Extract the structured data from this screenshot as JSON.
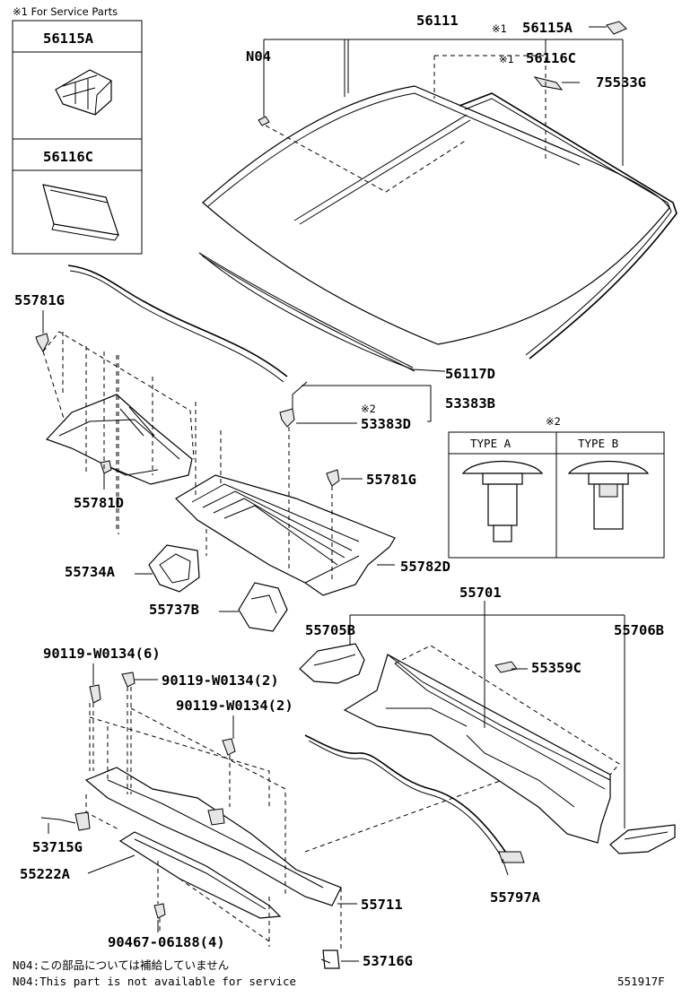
{
  "service_parts": {
    "header": "※1 For Service Parts",
    "items": [
      "56115A",
      "56116C"
    ]
  },
  "callouts": {
    "p56111": "56111",
    "n04": "N04",
    "p56115A": "56115A",
    "p56116C": "56116C",
    "p75533G": "75533G",
    "mark1a": "※1",
    "mark1b": "※1",
    "p55781G_top": "55781G",
    "p56117D": "56117D",
    "p53383B": "53383B",
    "mark2": "※2",
    "p53383D": "53383D",
    "p55781D": "55781D",
    "p55781G_mid": "55781G",
    "p55734A": "55734A",
    "p55782D": "55782D",
    "p55737B": "55737B",
    "p55701": "55701",
    "p55705B": "55705B",
    "p55706B": "55706B",
    "p55359C": "55359C",
    "bolt6": "90119-W0134(6)",
    "bolt2a": "90119-W0134(2)",
    "bolt2b": "90119-W0134(2)",
    "p53715G": "53715G",
    "p55222A": "55222A",
    "p55711": "55711",
    "p55797A": "55797A",
    "clip4": "90467-06188(4)",
    "p53716G": "53716G"
  },
  "type_table": {
    "mark": "※2",
    "type_a": "TYPE A",
    "type_b": "TYPE B"
  },
  "footnotes": {
    "jp": "N04:この部品については補給していません",
    "en": "N04:This part is not available for service"
  },
  "diagram_id": "551917F"
}
